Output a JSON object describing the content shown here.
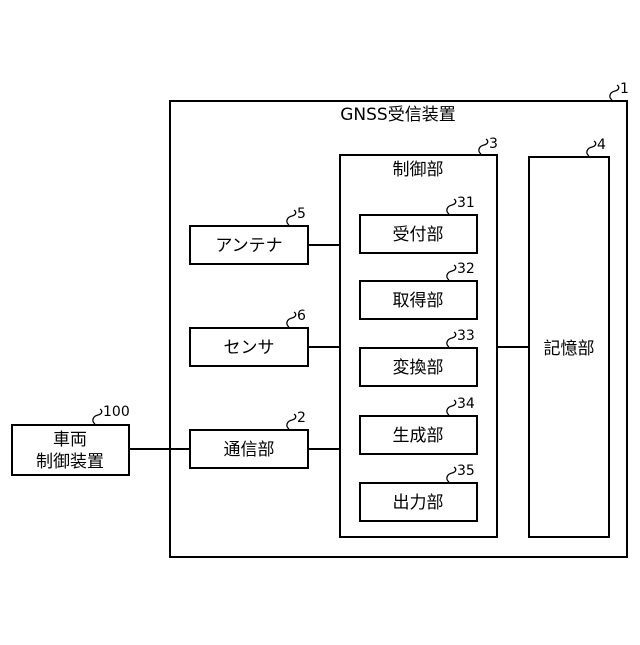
{
  "device": {
    "label": "GNSS受信装置",
    "ref": "1"
  },
  "control_unit": {
    "label": "制御部",
    "ref": "3"
  },
  "storage": {
    "label": "記憶部",
    "ref": "4"
  },
  "antenna": {
    "label": "アンテナ",
    "ref": "5"
  },
  "sensor": {
    "label": "センサ",
    "ref": "6"
  },
  "comm": {
    "label": "通信部",
    "ref": "2"
  },
  "vehicle_ctrl": {
    "line1": "車両",
    "line2": "制御装置",
    "ref": "100"
  },
  "sub_units": [
    {
      "label": "受付部",
      "ref": "31"
    },
    {
      "label": "取得部",
      "ref": "32"
    },
    {
      "label": "変換部",
      "ref": "33"
    },
    {
      "label": "生成部",
      "ref": "34"
    },
    {
      "label": "出力部",
      "ref": "35"
    }
  ]
}
